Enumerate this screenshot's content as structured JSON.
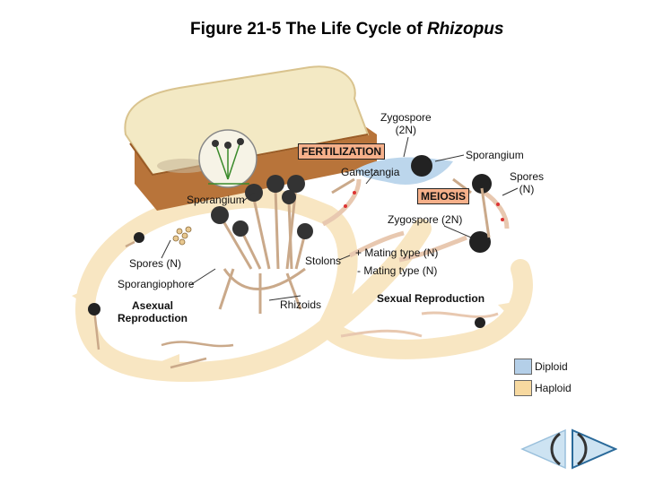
{
  "title": {
    "prefix": "Figure 21-5 The Life Cycle of",
    "italic": "Rhizopus"
  },
  "labels": {
    "zygospore_top": "Zygospore\n(2N)",
    "fertilization": "FERTILIZATION",
    "sporangium_top": "Sporangium",
    "gametangia": "Gametangia",
    "spores_right": "Spores\n(N)",
    "meiosis": "MEIOSIS",
    "sporangium_left": "Sporangium",
    "zygospore_mid": "Zygospore (2N)",
    "spores_left": "Spores (N)",
    "stolons": "Stolons",
    "mating_plus": "+ Mating type (N)",
    "mating_minus": "- Mating type (N)",
    "sporangiophore": "Sporangiophore",
    "asexual": "Asexual\nReproduction",
    "rhizoids": "Rhizoids",
    "sexual": "Sexual Reproduction"
  },
  "legend": [
    {
      "label": "Diploid",
      "color": "#b4cfe8"
    },
    {
      "label": "Haploid",
      "color": "#f7d9a0"
    }
  ],
  "colors": {
    "cycle": "#f8e6c2",
    "bread_crust": "#b8743a",
    "bread_top": "#f3e9c4",
    "diploid": "#bcd6ec",
    "fertilization_bg": "#f6b08a",
    "meiosis_bg": "#f6b08a"
  },
  "nav": {
    "prev": "back-arrow-icon",
    "next": "forward-arrow-icon"
  }
}
